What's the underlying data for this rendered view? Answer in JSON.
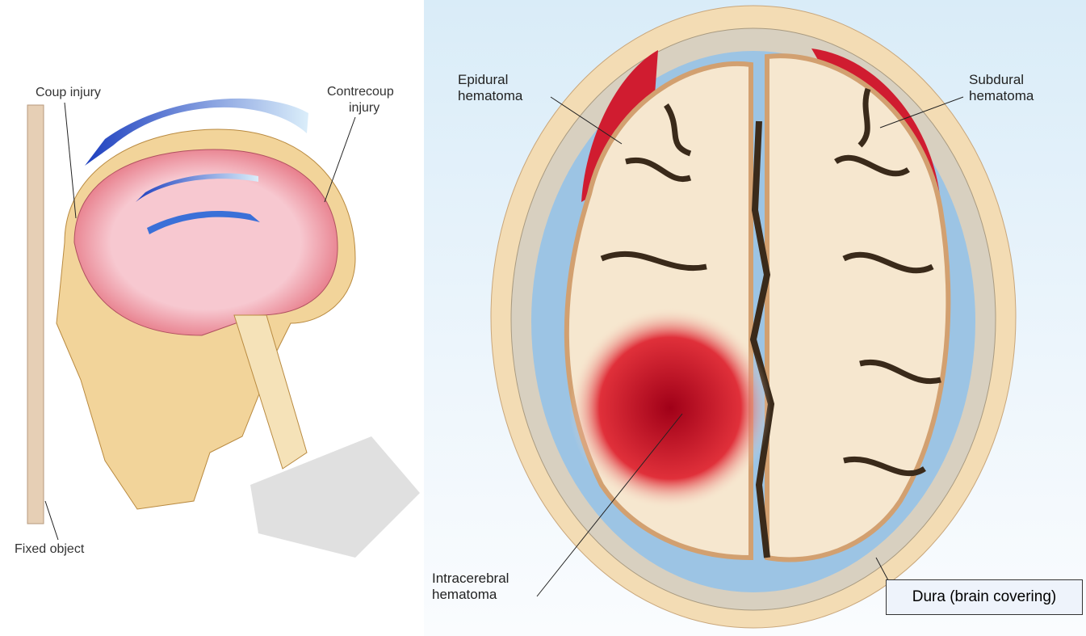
{
  "left_panel": {
    "coup_label": "Coup injury",
    "contrecoup_label_line1": "Contrecoup",
    "contrecoup_label_line2": "injury",
    "fixed_object_label": "Fixed object"
  },
  "right_panel": {
    "epidural_line1": "Epidural",
    "epidural_line2": "hematoma",
    "subdural_line1": "Subdural",
    "subdural_line2": "hematoma",
    "intracerebral_line1": "Intracerebral",
    "intracerebral_line2": "hematoma",
    "dura_label": "Dura (brain covering)"
  },
  "colors": {
    "bone": "#f0d9a8",
    "blood": "#c8102e",
    "csf": "#9cc4e4",
    "brain": "#f6e7cf",
    "arrow": "#2a5fd0"
  }
}
